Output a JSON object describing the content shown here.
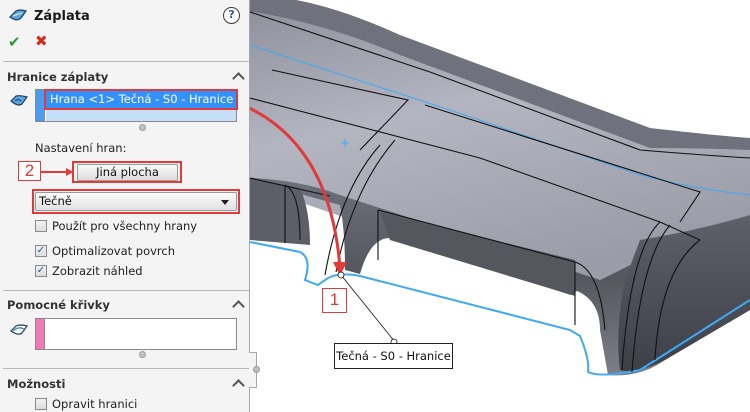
{
  "panel": {
    "title": "Záplata",
    "help_label": "?",
    "ok_symbol": "✔",
    "cancel_symbol": "✖",
    "sections": {
      "boundary": {
        "heading": "Hranice záplaty",
        "selected_item": "Hrana <1> Tečná - S0 - Hranice",
        "strip_color": "#4a9cf0"
      },
      "edge_settings": {
        "label": "Nastavení hran:",
        "button_label": "Jiná plocha",
        "dropdown_value": "Tečně",
        "checkboxes": [
          {
            "label": "Použít pro všechny hrany",
            "checked": false
          },
          {
            "label": "Optimalizovat povrch",
            "checked": true
          },
          {
            "label": "Zobrazit náhled",
            "checked": true
          }
        ]
      },
      "constraint_curves": {
        "heading": "Pomocné křivky",
        "strip_color": "#f07ab8"
      },
      "options": {
        "heading": "Možnosti",
        "checkboxes": [
          {
            "label": "Opravit hranici",
            "checked": false
          }
        ]
      }
    }
  },
  "annotations": {
    "step1": "1",
    "step2": "2",
    "accent_color": "#e03a3a"
  },
  "viewport": {
    "callout_label": "Tečná - S0 - Hranice",
    "highlight_color": "#3fa9f5"
  }
}
